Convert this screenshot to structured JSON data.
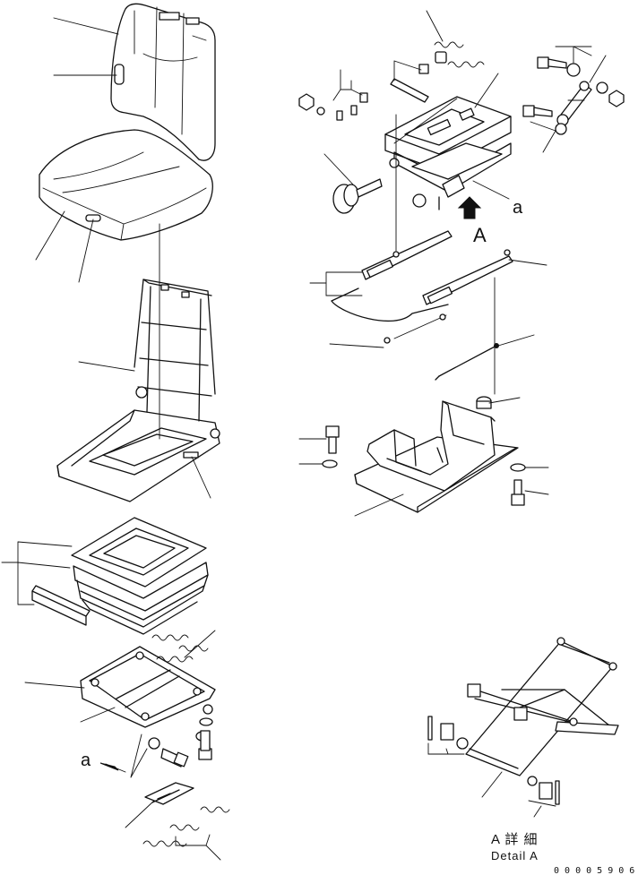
{
  "detail_marker_left": "a",
  "detail_marker_right": "a",
  "view_letter": "A",
  "detail_caption_jp": "A 詳 細",
  "detail_caption_en": "Detail A",
  "drawing_number": "0 0 0 0 5 9 0 6"
}
